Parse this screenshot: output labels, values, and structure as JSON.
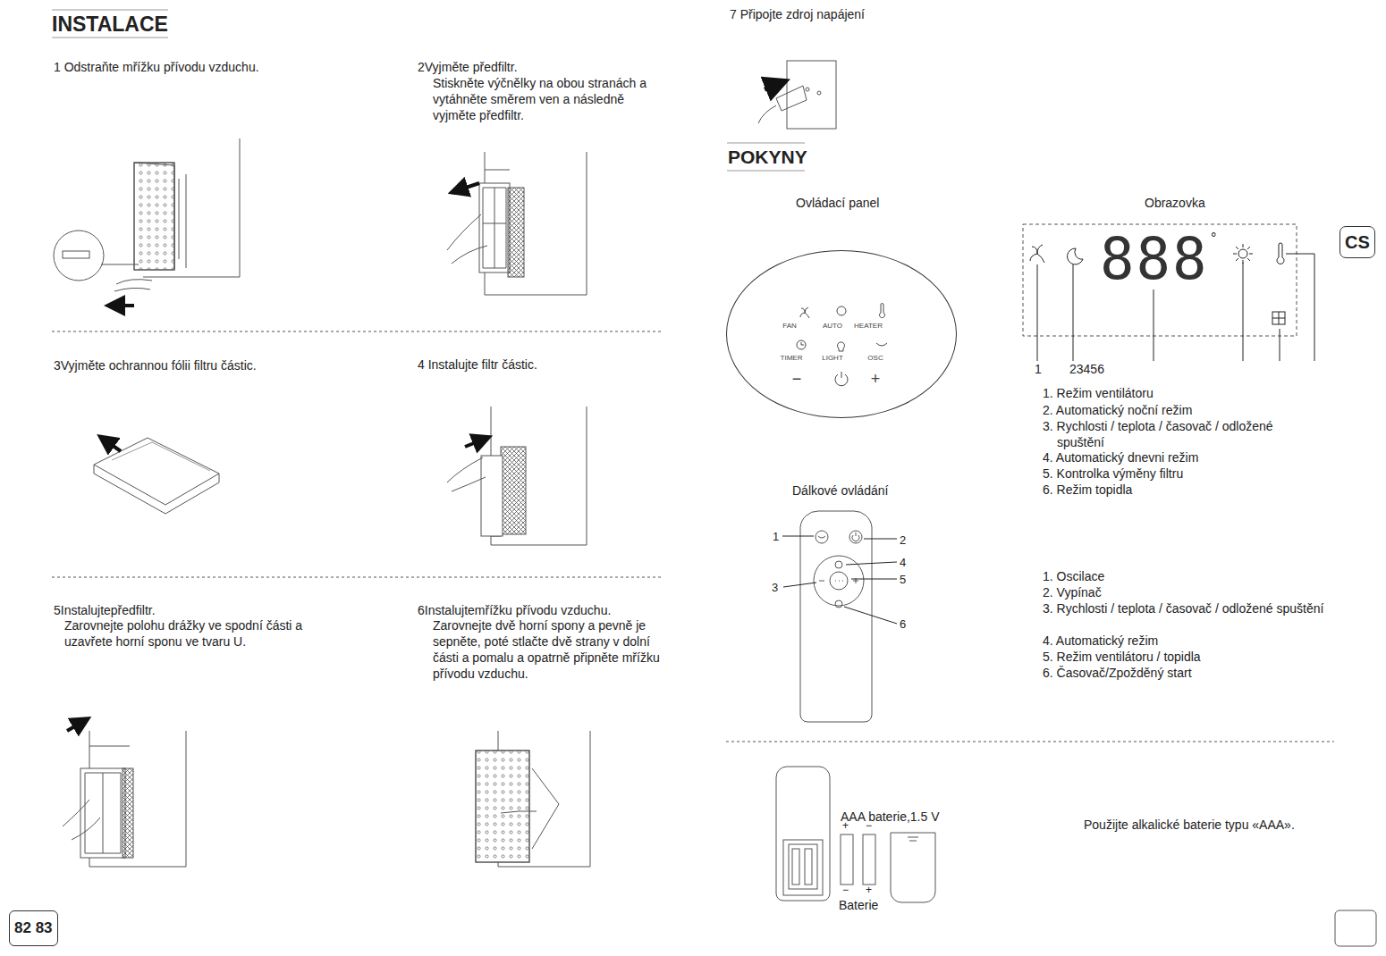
{
  "diagram": {
    "title": "INSTALACE",
    "nodes": [
      {
        "text": [
          "FAN",
          "AUTO",
          "HEATER",
          "TIMER",
          "LIGHT",
          "OSC",
          "−",
          "+"
        ]
      },
      {
        "text": [
          "CS"
        ]
      },
      {
        "text": [
          "82 83"
        ]
      }
    ],
    "labels": [
      "1 Odstraňte mřížku přívodu vzduchu.",
      "2Vyjměte předfiltr.",
      "Stiskněte výčnělky na obou stranách a vytáhněte směrem ven a následně vyjměte předfiltr.",
      "3Vyjměte ochrannou fólii filtru částic.",
      "4 Instalujte filtr částic.",
      "5Instalujtepředfiltr.",
      "Zarovnejte polohu drážky ve spodní části a uzavřete horní sponu ve tvaru U.",
      "6Instalujtemřížku přívodu vzduchu.",
      "Zarovnejte dvě horní spony a pevně je sepněte, poté stlačte dvě strany v dolní části a pomalu a opatrně připněte mřížku přívodu vzduchu.",
      "7 Připojte zdroj napájení",
      "POKYNY",
      "Ovládací panel",
      "Obrazovka",
      "888",
      "°",
      "1",
      "23456",
      "1. Režim ventilátoru",
      "2. Automatický noční režim",
      "3. Rychlosti / teplota / časovač / odložené spuštění",
      "4. Automatický dnevni režim",
      "5. Kontrolka výměny filtru",
      "6. Režim topidla",
      "Dálkové ovládání",
      "1",
      "2",
      "4",
      "5",
      "3",
      "6",
      "1. Oscilace",
      "2. Vypínač",
      "3. Rychlosti / teplota / časovač / odložené spuštění",
      "4. Automatický režim",
      "5. Režim ventilátoru / topidla",
      "6. Časovač/Zpožděný start",
      "AAA baterie,1.5 V",
      "+",
      "−",
      "−",
      "+",
      "Baterie",
      "Použijte alkalické baterie typu «AAA»."
    ]
  }
}
